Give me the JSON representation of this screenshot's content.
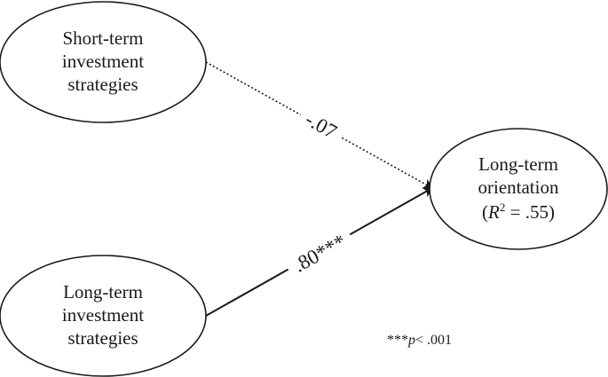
{
  "nodes": {
    "short_term": {
      "lines": [
        "Short-term",
        "investment",
        "strategies"
      ]
    },
    "long_term_strategies": {
      "lines": [
        "Long-term",
        "investment",
        "strategies"
      ]
    },
    "outcome": {
      "line1": "Long-term",
      "line2": "orientation",
      "r2_open": "(",
      "r2_symbol": "R",
      "r2_sup": "2",
      "r2_rest": " = .55)"
    }
  },
  "edges": {
    "short_to_outcome": {
      "coefficient": "-.07",
      "style": "dotted"
    },
    "long_to_outcome": {
      "coefficient": ".80***",
      "style": "solid"
    }
  },
  "footnote": {
    "stars": "***",
    "p": "p",
    "rest": "< .001"
  },
  "colors": {
    "ink": "#1a1a1a",
    "background": "#ffffff"
  }
}
